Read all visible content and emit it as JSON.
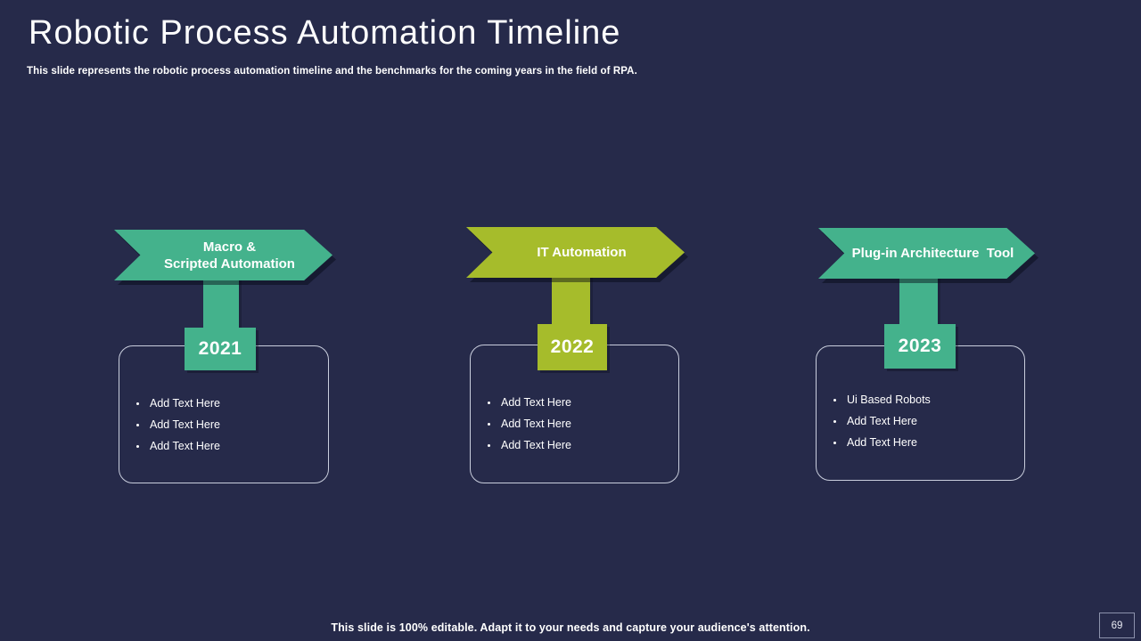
{
  "slide": {
    "title": "Robotic Process Automation Timeline",
    "subtitle": "This slide represents the robotic process automation timeline and the benchmarks for the coming years in the field of RPA.",
    "footer_note": "This slide is 100% editable. Adapt it to your needs and capture your audience's attention.",
    "page_number": "69"
  },
  "colors": {
    "background": "#262A4A",
    "teal_accent": "#44B28C",
    "green_accent": "#A6BC2B",
    "card_border": "#C9CEDD",
    "text_primary": "#FFFFFF"
  },
  "timeline": [
    {
      "label": "Macro &\nScripted Automation",
      "year": "2021",
      "accent": "#44B28C",
      "bullets": [
        "Add Text Here",
        "Add Text Here",
        "Add Text Here"
      ]
    },
    {
      "label": "IT Automation",
      "year": "2022",
      "accent": "#A6BC2B",
      "bullets": [
        "Add Text Here",
        "Add Text Here",
        "Add Text Here"
      ]
    },
    {
      "label": "Plug-in Architecture  Tool",
      "year": "2023",
      "accent": "#44B28C",
      "bullets": [
        "Ui Based Robots",
        "Add Text Here",
        "Add Text Here"
      ]
    }
  ]
}
